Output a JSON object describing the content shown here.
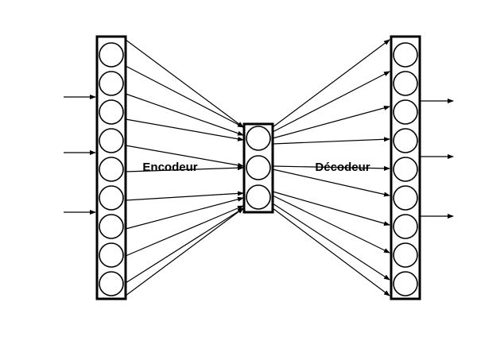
{
  "labels": {
    "encoder": "Encodeur",
    "decoder": "Décodeur"
  },
  "network": {
    "input_neurons": 9,
    "bottleneck_neurons": 3,
    "output_neurons": 9,
    "input_arrows": 3,
    "output_arrows": 3
  },
  "colors": {
    "stroke": "#000000",
    "background": "#ffffff"
  }
}
